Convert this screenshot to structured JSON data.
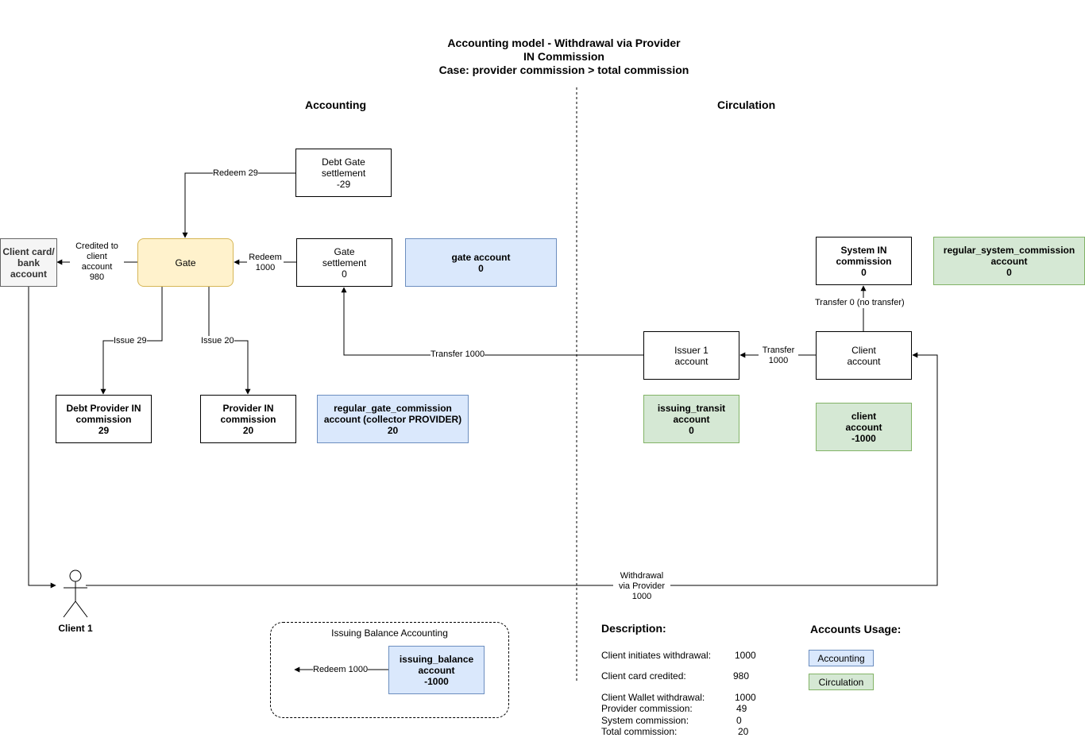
{
  "title": {
    "line1": "Accounting model - Withdrawal via Provider",
    "line2": "IN Commission",
    "line3": "Case: provider commission > total commission"
  },
  "sections": {
    "accounting": "Accounting",
    "circulation": "Circulation"
  },
  "nodes": {
    "debt_gate_settlement": "Debt Gate\nsettlement\n-29",
    "gate": "Gate",
    "gate_settlement": "Gate\nsettlement\n0",
    "gate_account": "gate account\n0",
    "client_card": "Client card/\nbank\naccount",
    "debt_provider_in_commission": "Debt Provider IN\ncommission\n29",
    "provider_in_commission": "Provider IN\ncommission\n20",
    "regular_gate_commission": "regular_gate_commission\naccount (collector PROVIDER)\n20",
    "system_in_commission": "System IN\ncommission\n0",
    "regular_system_commission": "regular_system_commission\naccount\n0",
    "issuer_1_account": "Issuer 1\naccount",
    "client_account": "Client\naccount",
    "issuing_transit": "issuing_transit\naccount\n0",
    "client_account_green": "client\naccount\n-1000",
    "issuing_balance": "issuing_balance\naccount\n-1000"
  },
  "edges": {
    "redeem_29": "Redeem 29",
    "credited_to_client": "Credited to\nclient\naccount\n980",
    "redeem_1000_gate": "Redeem\n1000",
    "issue_29": "Issue 29",
    "issue_20": "Issue 20",
    "transfer_1000_left": "Transfer 1000",
    "transfer_1000_right": "Transfer\n1000",
    "transfer_0": "Transfer 0 (no transfer)",
    "withdrawal": "Withdrawal\nvia Provider\n1000",
    "redeem_1000_balance": "Redeem 1000"
  },
  "actor": {
    "label": "Client 1"
  },
  "group": {
    "label": "Issuing Balance Accounting"
  },
  "description": {
    "heading": "Description:",
    "initiates_label": "Client initiates withdrawal:",
    "initiates_value": "1000",
    "card_label": "Client card credited:",
    "card_value": "980",
    "wallet_label": "Client Wallet withdrawal:",
    "wallet_value": "1000",
    "provider_label": "Provider commission:",
    "provider_value": "49",
    "system_label": "System commission:",
    "system_value": "0",
    "total_label": "Total commission:",
    "total_value": "20"
  },
  "legend": {
    "heading": "Accounts Usage:",
    "accounting": "Accounting",
    "circulation": "Circulation"
  },
  "colors": {
    "accounting_fill": "#dae8fc",
    "accounting_stroke": "#6c8ebf",
    "circulation_fill": "#d5e8d4",
    "circulation_stroke": "#82b366",
    "gate_fill": "#fff2cc",
    "gate_stroke": "#d6b656"
  }
}
